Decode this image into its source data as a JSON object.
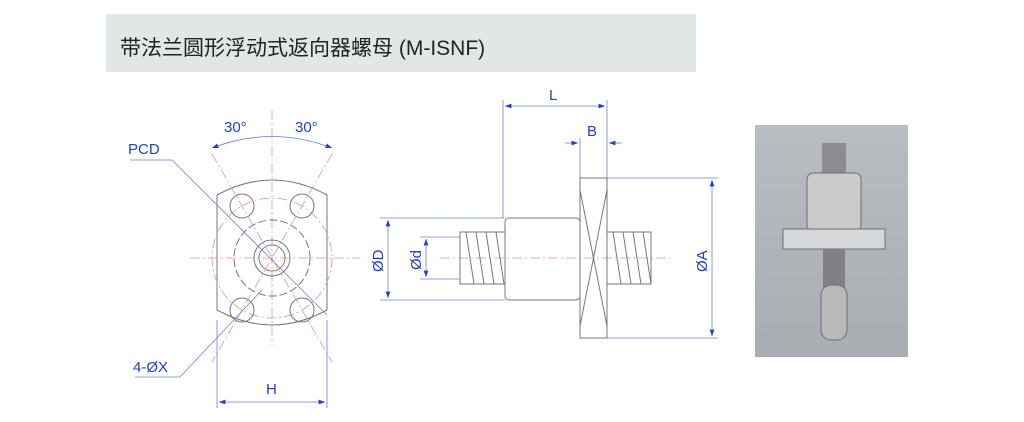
{
  "title": "带法兰圆形浮动式返向器螺母 (M-ISNF)",
  "front_view": {
    "angle_left": "30°",
    "angle_right": "30°",
    "pcd_label": "PCD",
    "hole_label": "4-ØX",
    "width_label": "H"
  },
  "side_view": {
    "length_label": "L",
    "flange_label": "B",
    "body_dia_label": "ØD",
    "screw_dia_label": "Ød",
    "flange_dia_label": "ØA"
  },
  "colors": {
    "dimension": "#1f3fd0",
    "centerline": "#e89090",
    "outline": "#777777",
    "title_bg": "#e3e6e6"
  }
}
